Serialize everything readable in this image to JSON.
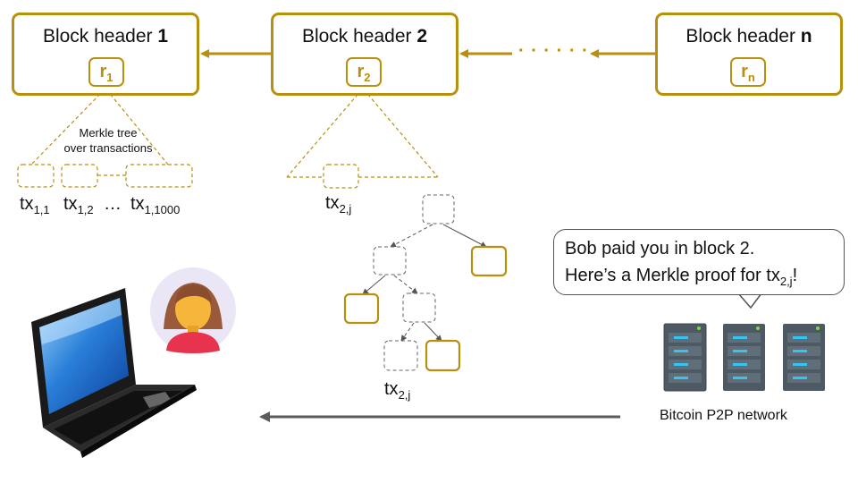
{
  "colors": {
    "gold": "#b8900e",
    "arrow_gray": "#5a5a5a",
    "dashed_gray": "#777777"
  },
  "blocks": [
    {
      "prefix": "Block header ",
      "num": "1",
      "root": "r",
      "root_sub": "1"
    },
    {
      "prefix": "Block header ",
      "num": "2",
      "root": "r",
      "root_sub": "2"
    },
    {
      "prefix": "Block header ",
      "num": "n",
      "root": "r",
      "root_sub": "n"
    }
  ],
  "chain_ellipsis": "· · · · · ·",
  "merkle_caption": {
    "line1": "Merkle tree",
    "line2": "over transactions"
  },
  "block1_txs": [
    {
      "base": "tx",
      "sub": "1,1"
    },
    {
      "base": "tx",
      "sub": "1,2"
    },
    {
      "ellipsis": "…"
    },
    {
      "base": "tx",
      "sub": "1,1000"
    }
  ],
  "block2_tx": {
    "base": "tx",
    "sub": "2,j"
  },
  "proof_leaf": {
    "base": "tx",
    "sub": "2,j"
  },
  "bubble": {
    "line1": "Bob paid you in block 2.",
    "line2_prefix": "Here’s a Merkle proof for tx",
    "line2_sub": "2,j",
    "line2_suffix": "!"
  },
  "network_label": "Bitcoin P2P network",
  "icons": [
    "laptop-icon",
    "user-avatar-icon",
    "server-icon"
  ]
}
